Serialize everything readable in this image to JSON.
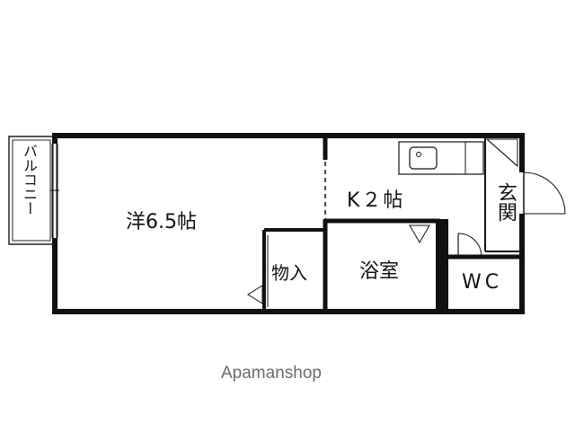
{
  "rooms": {
    "western_room": "洋6.5帖",
    "kitchen": "K２帖",
    "storage": "物入",
    "bathroom": "浴室",
    "toilet": "WC",
    "entrance": "玄関",
    "balcony": "バルコニー"
  },
  "watermark": "Apamanshop"
}
